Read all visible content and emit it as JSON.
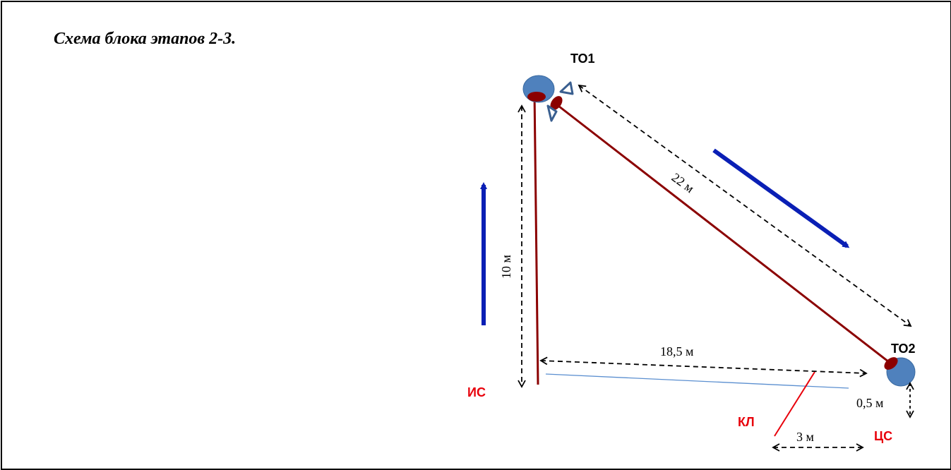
{
  "title": "Схема блока этапов 2-3.",
  "labels": {
    "to1": "ТО1",
    "to2": "ТО2",
    "is": "ИС",
    "tss": "ЦС",
    "kl": "КЛ"
  },
  "dimensions": {
    "d22": "22 м",
    "d10": "10 м",
    "d18_5": "18,5 м",
    "d3": "3 м",
    "d0_5": "0,5 м"
  },
  "colors": {
    "rope": "#8b0000",
    "arrow_blue": "#0a1fb5",
    "target": "#4a7cc0",
    "red_label": "#e8000b",
    "thin_line": "#5b8fd0"
  }
}
